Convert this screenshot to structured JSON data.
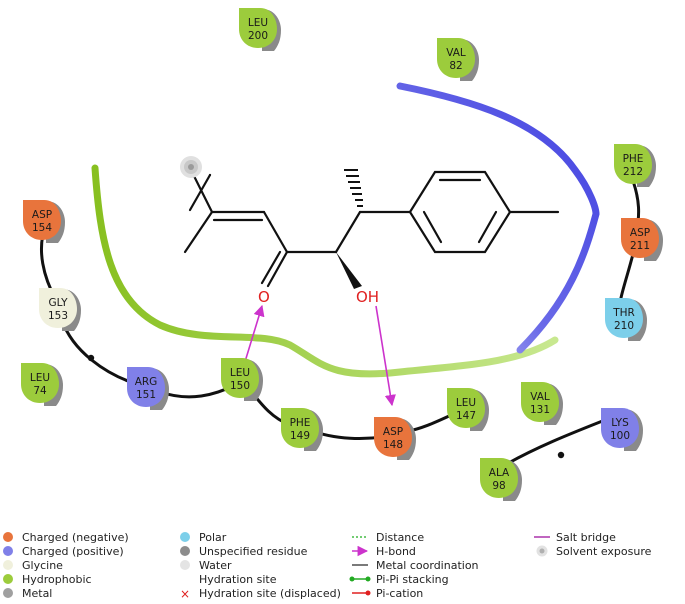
{
  "residues": [
    {
      "id": "leu200",
      "name": "LEU",
      "num": "200",
      "type": "hydrophobic"
    },
    {
      "id": "val82",
      "name": "VAL",
      "num": "82",
      "type": "hydrophobic"
    },
    {
      "id": "phe212",
      "name": "PHE",
      "num": "212",
      "type": "hydrophobic"
    },
    {
      "id": "asp211",
      "name": "ASP",
      "num": "211",
      "type": "negative"
    },
    {
      "id": "thr210",
      "name": "THR",
      "num": "210",
      "type": "polar"
    },
    {
      "id": "asp154",
      "name": "ASP",
      "num": "154",
      "type": "negative"
    },
    {
      "id": "gly153",
      "name": "GLY",
      "num": "153",
      "type": "glycine"
    },
    {
      "id": "leu74",
      "name": "LEU",
      "num": "74",
      "type": "hydrophobic"
    },
    {
      "id": "arg151",
      "name": "ARG",
      "num": "151",
      "type": "positive"
    },
    {
      "id": "leu150",
      "name": "LEU",
      "num": "150",
      "type": "hydrophobic"
    },
    {
      "id": "phe149",
      "name": "PHE",
      "num": "149",
      "type": "hydrophobic"
    },
    {
      "id": "asp148",
      "name": "ASP",
      "num": "148",
      "type": "negative"
    },
    {
      "id": "leu147",
      "name": "LEU",
      "num": "147",
      "type": "hydrophobic"
    },
    {
      "id": "val131",
      "name": "VAL",
      "num": "131",
      "type": "hydrophobic"
    },
    {
      "id": "lys100",
      "name": "LYS",
      "num": "100",
      "type": "positive"
    },
    {
      "id": "ala98",
      "name": "ALA",
      "num": "98",
      "type": "hydrophobic"
    }
  ],
  "atoms": {
    "oxygen_ketone": "O",
    "hydroxyl": "OH"
  },
  "colors": {
    "negative": "#e8743c",
    "positive": "#8080e8",
    "glycine": "#f0f0dc",
    "hydrophobic": "#9ccc3c",
    "metal": "#a0a0a0",
    "polar": "#7ccfea",
    "unspecified": "#8c8c8c",
    "water": "#e4e4e4",
    "hbond": "#cc33cc",
    "pocket_green": "#88c020",
    "pocket_blue": "#5555e0"
  },
  "legend": {
    "col1": [
      "Charged (negative)",
      "Charged (positive)",
      "Glycine",
      "Hydrophobic",
      "Metal"
    ],
    "col2": [
      "Polar",
      "Unspecified residue",
      "Water",
      "Hydration site",
      "Hydration site (displaced)"
    ],
    "col3": [
      "Distance",
      "H-bond",
      "Metal coordination",
      "Pi-Pi stacking",
      "Pi-cation"
    ],
    "col4": [
      "Salt bridge",
      "Solvent exposure"
    ]
  }
}
